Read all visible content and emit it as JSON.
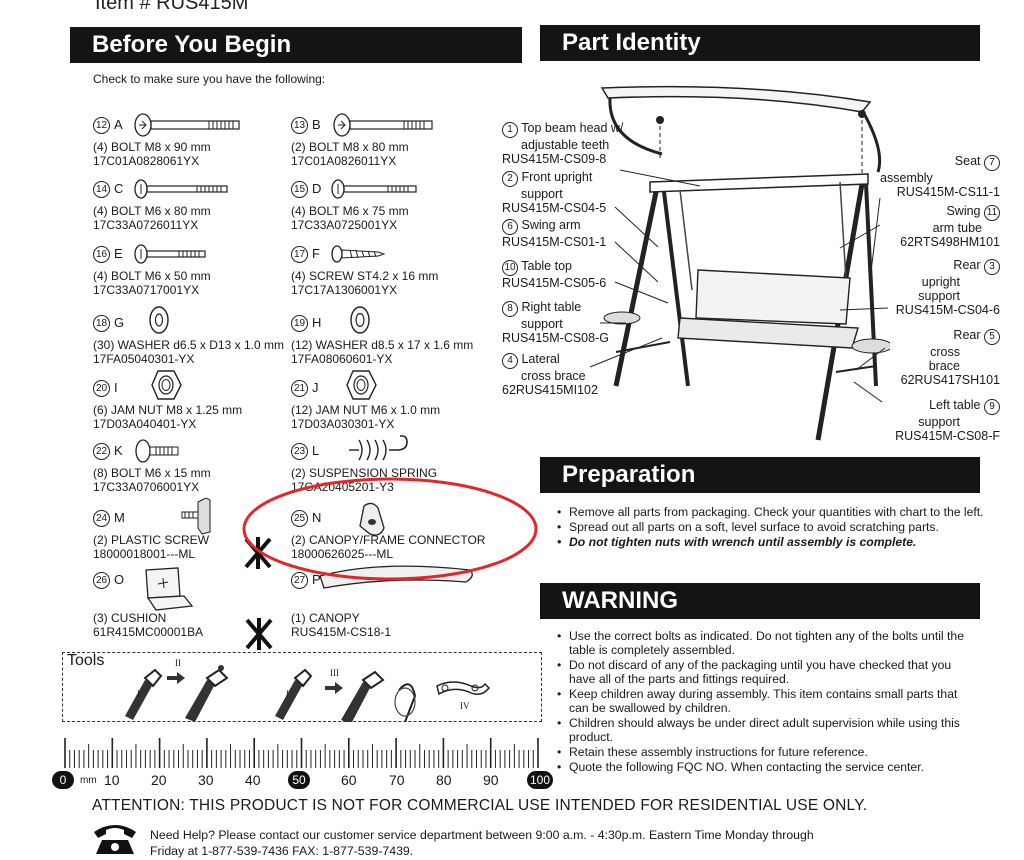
{
  "header": {
    "item_number": "Item # RUS415M"
  },
  "before": {
    "title": "Before You Begin",
    "intro": "Check to make sure you have the following:",
    "parts": [
      {
        "num": "12",
        "letter": "A",
        "desc": "(4) BOLT M8 x 90 mm",
        "code": "17C01A0828061YX"
      },
      {
        "num": "13",
        "letter": "B",
        "desc": "(2) BOLT M8 x 80 mm",
        "code": "17C01A0826011YX"
      },
      {
        "num": "14",
        "letter": "C",
        "desc": "(4) BOLT M6 x 80 mm",
        "code": "17C33A0726011YX"
      },
      {
        "num": "15",
        "letter": "D",
        "desc": "(4) BOLT M6 x 75 mm",
        "code": "17C33A0725001YX"
      },
      {
        "num": "16",
        "letter": "E",
        "desc": "(4) BOLT M6 x 50 mm",
        "code": "17C33A0717001YX"
      },
      {
        "num": "17",
        "letter": "F",
        "desc": "(4) SCREW ST4.2 x 16 mm",
        "code": "17C17A1306001YX"
      },
      {
        "num": "18",
        "letter": "G",
        "desc": "(30) WASHER d6.5 x D13 x 1.0  mm",
        "code": "17FA05040301-YX"
      },
      {
        "num": "19",
        "letter": "H",
        "desc": "(12) WASHER d8.5 x 17 x 1.6 mm",
        "code": "17FA08060601-YX"
      },
      {
        "num": "20",
        "letter": "I",
        "desc": "(6) JAM NUT M8 x 1.25 mm",
        "code": "17D03A040401-YX"
      },
      {
        "num": "21",
        "letter": "J",
        "desc": "(12) JAM NUT M6 x 1.0 mm",
        "code": "17D03A030301-YX"
      },
      {
        "num": "22",
        "letter": "K",
        "desc": "(8) BOLT M6 x 15 mm",
        "code": "17C33A0706001YX"
      },
      {
        "num": "23",
        "letter": "L",
        "desc": "(2) SUSPENSION SPRING",
        "code": "17GA20405201-Y3"
      },
      {
        "num": "24",
        "letter": "M",
        "desc": "(2) PLASTIC SCREW",
        "code": "18000018001---ML"
      },
      {
        "num": "25",
        "letter": "N",
        "desc": "(2) CANOPY/FRAME CONNECTOR",
        "code": "18000626025---ML"
      },
      {
        "num": "26",
        "letter": "O",
        "desc": "(3) CUSHION",
        "code": "61R415MC00001BA"
      },
      {
        "num": "27",
        "letter": "P",
        "desc": "(1) CANOPY",
        "code": "RUS415M-CS18-1"
      }
    ],
    "tools_label": "Tools",
    "tool_numerals": [
      "I",
      "II",
      "I",
      "III",
      "IV"
    ]
  },
  "ruler": {
    "unit": "mm",
    "labels": [
      "0",
      "10",
      "20",
      "30",
      "40",
      "50",
      "60",
      "70",
      "80",
      "90",
      "100"
    ]
  },
  "identity": {
    "title": "Part Identity",
    "labels": [
      {
        "num": "1",
        "lines": [
          "Top beam head w/",
          "adjustable teeth"
        ],
        "code": "RUS415M-CS09-8"
      },
      {
        "num": "2",
        "lines": [
          "Front upright",
          "support"
        ],
        "code": "RUS415M-CS04-5"
      },
      {
        "num": "6",
        "lines": [
          "Swing arm"
        ],
        "code": "RUS415M-CS01-1"
      },
      {
        "num": "10",
        "lines": [
          "Table top"
        ],
        "code": "RUS415M-CS05-6"
      },
      {
        "num": "8",
        "lines": [
          "Right table",
          "support"
        ],
        "code": "RUS415M-CS08-G"
      },
      {
        "num": "4",
        "lines": [
          "Lateral",
          "cross brace"
        ],
        "code": "62RUS415MI102"
      },
      {
        "num": "7",
        "lines": [
          "Seat",
          "assembly"
        ],
        "code": "RUS415M-CS11-1"
      },
      {
        "num": "11",
        "lines": [
          "Swing",
          "arm tube"
        ],
        "code": "62RTS498HM101"
      },
      {
        "num": "3",
        "lines": [
          "Rear",
          "upright",
          "support"
        ],
        "code": "RUS415M-CS04-6"
      },
      {
        "num": "5",
        "lines": [
          "Rear",
          "cross",
          "brace"
        ],
        "code": "62RUS417SH101"
      },
      {
        "num": "9",
        "lines": [
          "Left table",
          "support"
        ],
        "code": "RUS415M-CS08-F"
      }
    ]
  },
  "preparation": {
    "title": "Preparation",
    "items": [
      "Remove all parts from packaging. Check your quantities with chart to the left.",
      "Spread out all parts on a soft, level surface to avoid scratching parts."
    ],
    "emphasis": "Do not tighten nuts with wrench until assembly is complete."
  },
  "warning": {
    "title": "WARNING",
    "items": [
      "Use the correct bolts as indicated. Do not tighten any of the bolts until the table is completely assembled.",
      "Do not discard of any of the packaging until you have checked that you have all of the parts and fittings required.",
      "Keep children away during assembly. This item contains small parts that can be swallowed by children.",
      "Children should always be under direct adult supervision while using this product.",
      "Retain these assembly instructions for future reference.",
      "Quote the following FQC NO. When contacting the service center."
    ]
  },
  "footer": {
    "attention": "ATTENTION: THIS PRODUCT IS NOT FOR COMMERCIAL USE INTENDED FOR RESIDENTIAL USE ONLY.",
    "help_line1": "Need Help? Please contact our customer service department between 9:00 a.m. - 4:30p.m. Eastern Time Monday through",
    "help_line2": "Friday at 1-877-539-7436 FAX: 1-877-539-7439."
  },
  "colors": {
    "banner": "#141414",
    "highlight_circle": "#e0282b"
  }
}
